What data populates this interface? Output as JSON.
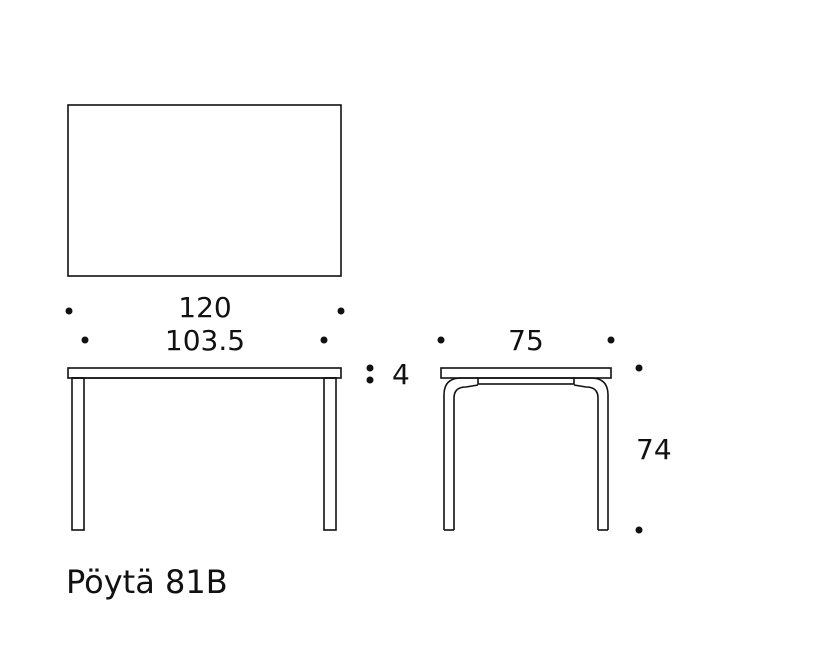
{
  "dimensions": {
    "overall_length": "120",
    "leg_span": "103.5",
    "top_thickness": "4",
    "depth": "75",
    "height": "74"
  },
  "caption": "Pöytä 81B",
  "colors": {
    "line": "#111111",
    "background": "#ffffff"
  }
}
